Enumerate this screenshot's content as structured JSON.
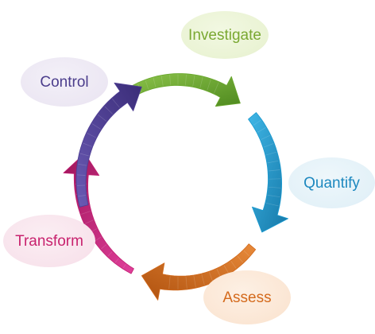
{
  "diagram": {
    "type": "cycle",
    "steps": [
      {
        "label": "Investigate",
        "color": "#6aa82e",
        "text_color": "#7aa832"
      },
      {
        "label": "Quantify",
        "color": "#1a9ad0",
        "text_color": "#1d88bf"
      },
      {
        "label": "Assess",
        "color": "#d2691a",
        "text_color": "#d46a1c"
      },
      {
        "label": "Transform",
        "color": "#c21f72",
        "text_color": "#c8226e"
      },
      {
        "label": "Control",
        "color": "#4e3e94",
        "text_color": "#4b3d8c"
      }
    ],
    "arrow_icon": "curved-arrow-icon",
    "flow": "clockwise"
  }
}
